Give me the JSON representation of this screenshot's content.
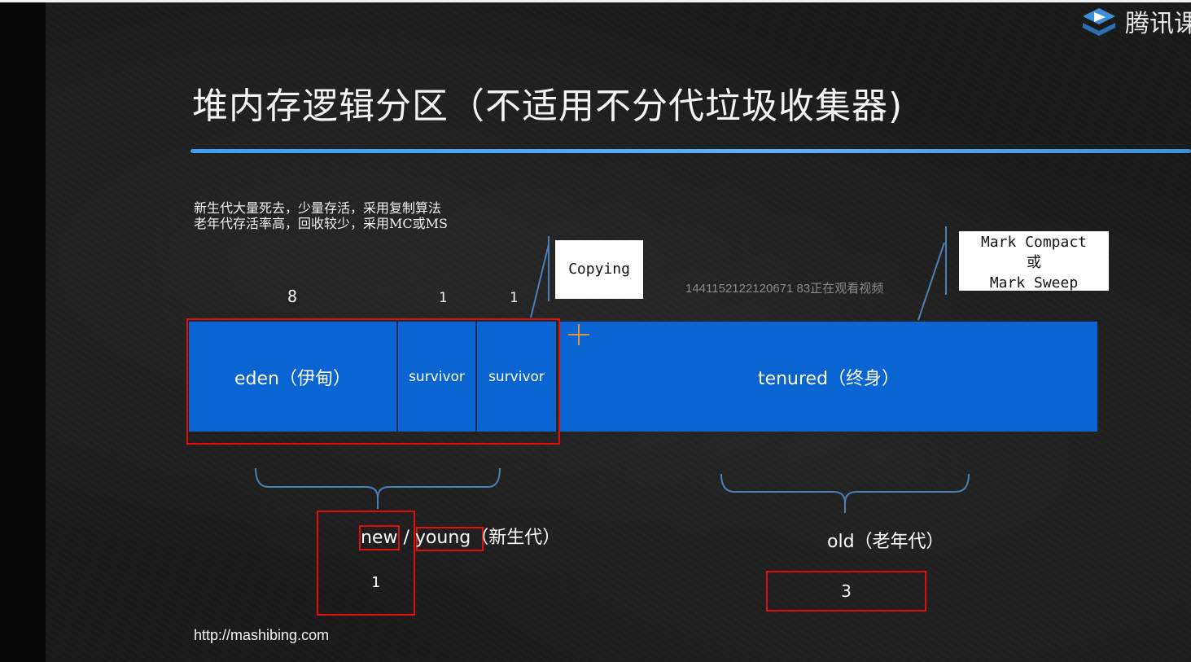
{
  "header": {
    "logo_text": "腾讯课",
    "title": "堆内存逻辑分区（不适用不分代垃圾收集器)"
  },
  "notes": {
    "line1": "新生代大量死去，少量存活，采用复制算法",
    "line2": "老年代存活率高，回收较少，采用MC或MS"
  },
  "ratios": {
    "eden": "8",
    "survivor1": "1",
    "survivor2": "1"
  },
  "heap": {
    "eden": "eden（伊甸）",
    "survivor1": "survivor",
    "survivor2": "survivor",
    "tenured": "tenured（终身）"
  },
  "algorithms": {
    "copying": "Copying",
    "mark_compact": "Mark Compact",
    "or": "或",
    "mark_sweep": "Mark Sweep"
  },
  "watermark": "1441152122120671 83正在观看视频",
  "generations": {
    "new": "new",
    "slash": "/",
    "young": "young",
    "young_cn": "（新生代）",
    "young_ratio": "1",
    "old": "old（老年代）",
    "old_ratio": "3"
  },
  "footer": {
    "url": "http://mashibing.com"
  },
  "colors": {
    "heap_blue": "#0a64d2",
    "highlight_red": "#e01010",
    "rule_blue": "#3fa4ff",
    "bracket_blue": "#4a7fb8",
    "plus_orange": "#e0913a"
  }
}
